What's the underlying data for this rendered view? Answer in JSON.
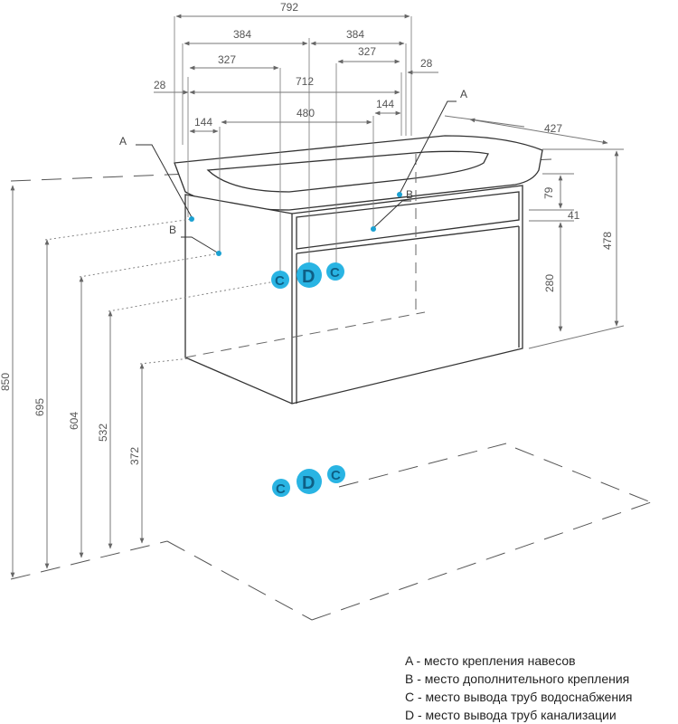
{
  "dimensions": {
    "top_total": "792",
    "top_left_half": "384",
    "top_right_half": "384",
    "left_327": "327",
    "right_327": "327",
    "left_28": "28",
    "right_28": "28",
    "mid_712": "712",
    "left_144": "144",
    "mid_480": "480",
    "right_144": "144",
    "depth_427": "427",
    "h_79": "79",
    "h_41": "41",
    "h_478": "478",
    "h_280": "280",
    "h_850": "850",
    "h_695": "695",
    "h_604": "604",
    "h_532": "532",
    "h_372": "372"
  },
  "points": {
    "a_left": "A",
    "b_left": "B",
    "a_right": "A",
    "b_right": "B"
  },
  "markers": {
    "c": "C",
    "d": "D"
  },
  "legend": [
    "A - место крепления навесов",
    "B - место дополнительного крепления",
    "C - место вывода труб водоснабжения",
    "D - место вывода труб канализации"
  ],
  "colors": {
    "line": "#333333",
    "dim_line": "#777777",
    "marker_fill": "#29b4e3",
    "marker_text": "#0e5f85"
  }
}
